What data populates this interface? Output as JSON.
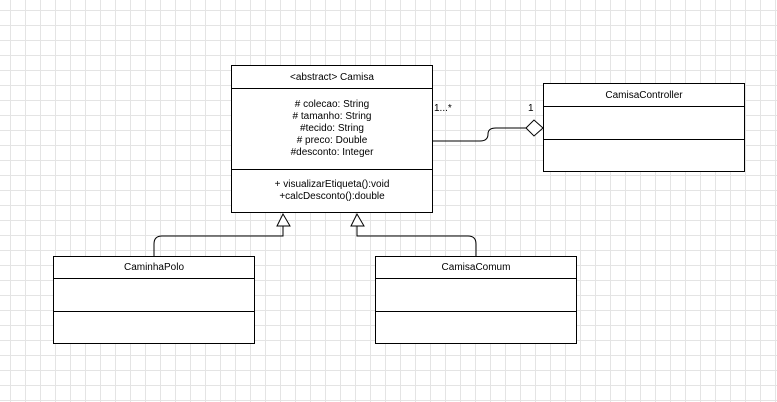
{
  "classes": {
    "camisa": {
      "name": "<abstract> Camisa",
      "attributes": [
        "# colecao: String",
        "# tamanho: String",
        "#tecido: String",
        "# preco: Double",
        "#desconto: Integer"
      ],
      "methods": [
        "+ visualizarEtiqueta():void",
        "+calcDesconto():double"
      ]
    },
    "controller": {
      "name": "CamisaController"
    },
    "polo": {
      "name": "CaminhaPolo"
    },
    "comum": {
      "name": "CamisaComum"
    }
  },
  "associations": {
    "camisa_controller": {
      "multiplicity_camisa": "1...*",
      "multiplicity_controller": "1",
      "type": "aggregation"
    }
  },
  "generalizations": [
    {
      "child": "CaminhaPolo",
      "parent": "<abstract> Camisa"
    },
    {
      "child": "CamisaComum",
      "parent": "<abstract> Camisa"
    }
  ],
  "colors": {
    "line": "#000000",
    "grid": "#e4e4e4",
    "background": "#ffffff"
  }
}
